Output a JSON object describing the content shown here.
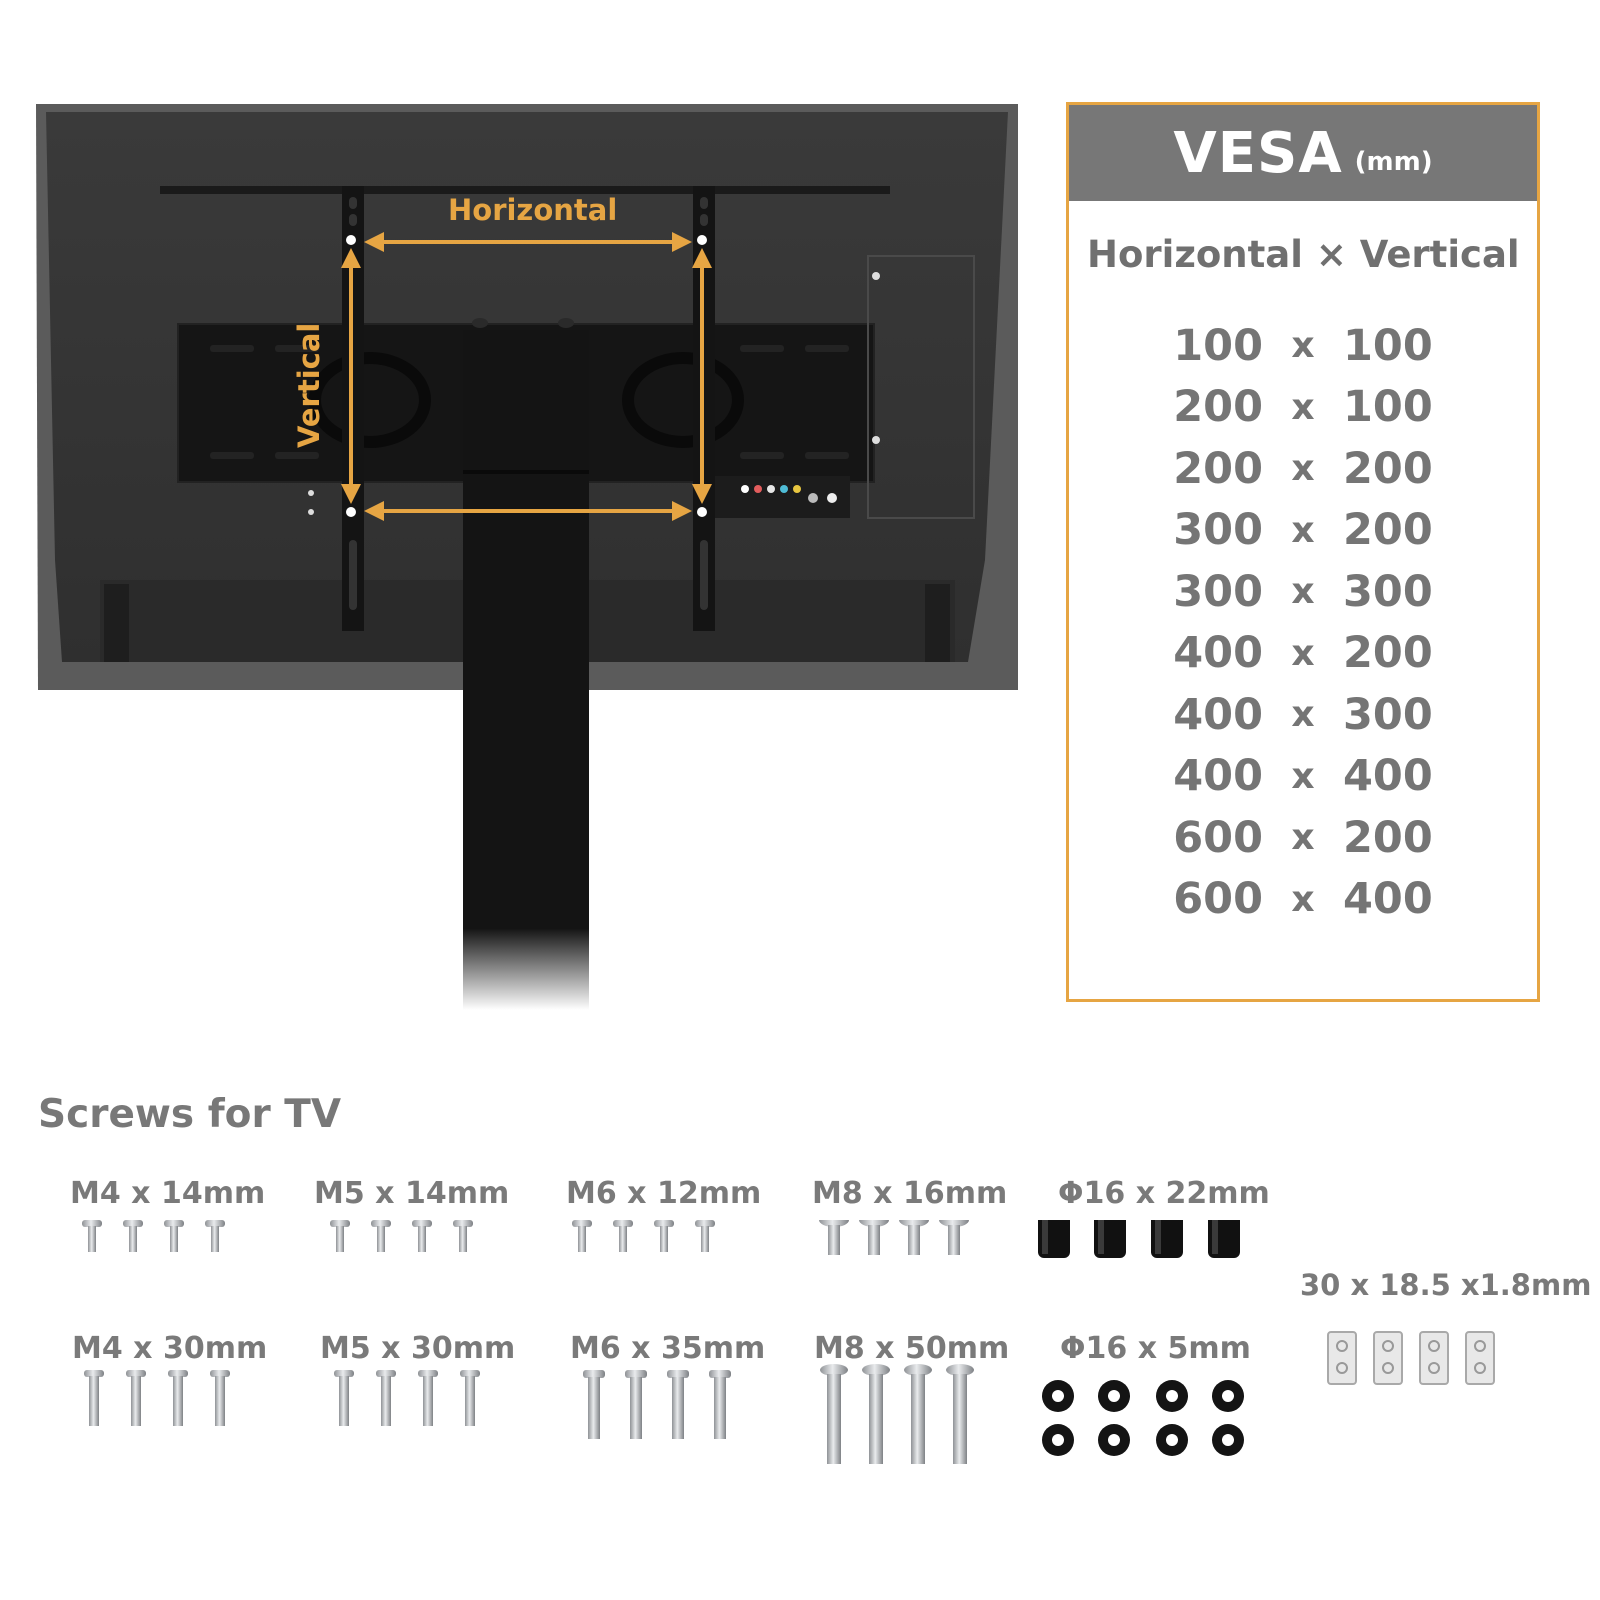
{
  "illustration": {
    "horizontal_label": "Horizontal",
    "vertical_label": "Vertical",
    "accent_color": "#e6a543"
  },
  "vesa": {
    "title": "VESA",
    "unit": "(mm)",
    "subtitle": "Horizontal × Vertical",
    "rows": [
      {
        "h": "100",
        "x": "x",
        "v": "100"
      },
      {
        "h": "200",
        "x": "x",
        "v": "100"
      },
      {
        "h": "200",
        "x": "x",
        "v": "200"
      },
      {
        "h": "300",
        "x": "x",
        "v": "200"
      },
      {
        "h": "300",
        "x": "x",
        "v": "300"
      },
      {
        "h": "400",
        "x": "x",
        "v": "200"
      },
      {
        "h": "400",
        "x": "x",
        "v": "300"
      },
      {
        "h": "400",
        "x": "x",
        "v": "400"
      },
      {
        "h": "600",
        "x": "x",
        "v": "200"
      },
      {
        "h": "600",
        "x": "x",
        "v": "400"
      }
    ]
  },
  "screws": {
    "title": "Screws for TV",
    "items": [
      {
        "label": "M4 x 14mm"
      },
      {
        "label": "M5 x 14mm"
      },
      {
        "label": "M6 x 12mm"
      },
      {
        "label": "M8 x 16mm"
      },
      {
        "label": "Φ16 x 22mm"
      },
      {
        "label": "M4 x 30mm"
      },
      {
        "label": "M5 x 30mm"
      },
      {
        "label": "M6 x 35mm"
      },
      {
        "label": "M8 x 50mm"
      },
      {
        "label": "Φ16 x 5mm"
      },
      {
        "label": "30 x 18.5 x1.8mm"
      }
    ]
  }
}
